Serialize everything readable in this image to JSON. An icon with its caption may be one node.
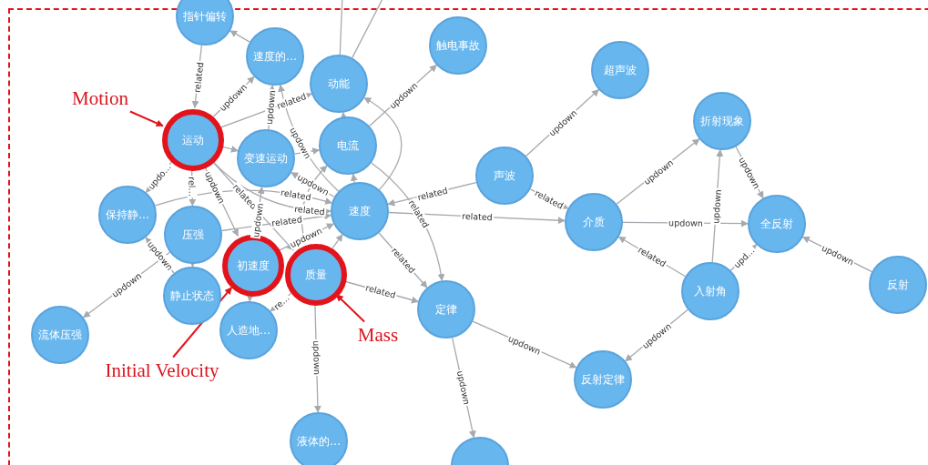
{
  "diagram": {
    "nodes": [
      {
        "text": [
          "指针偏转"
        ]
      },
      {
        "text": [
          "速度的…"
        ]
      },
      {
        "text": [
          "动能"
        ]
      },
      {
        "text": [
          "触电事故"
        ]
      },
      {
        "text": [
          "超声波"
        ]
      },
      {
        "text": [
          "运动"
        ]
      },
      {
        "text": [
          "变速运动"
        ]
      },
      {
        "text": [
          "电流"
        ]
      },
      {
        "text": [
          "声波"
        ]
      },
      {
        "text": [
          "折射现象"
        ]
      },
      {
        "text": [
          "保持静…"
        ]
      },
      {
        "text": [
          "压强"
        ]
      },
      {
        "text": [
          "速度"
        ]
      },
      {
        "text": [
          "介质"
        ]
      },
      {
        "text": [
          "全反射"
        ]
      },
      {
        "text": [
          "初速度"
        ]
      },
      {
        "text": [
          "质量"
        ]
      },
      {
        "text": [
          "静止状态"
        ]
      },
      {
        "text": [
          "人造地…"
        ]
      },
      {
        "text": [
          "流体压强"
        ]
      },
      {
        "text": [
          "定律"
        ]
      },
      {
        "text": [
          "入射角"
        ]
      },
      {
        "text": [
          "反射"
        ]
      },
      {
        "text": [
          "反射定律"
        ]
      },
      {
        "text": [
          "液体的…"
        ]
      },
      {
        "text": [],
        "shape": "circle"
      },
      {
        "text": [
          "Motion"
        ]
      },
      {
        "text": [
          "Initial Velocity"
        ]
      },
      {
        "text": [
          "Mass"
        ]
      }
    ],
    "edges": [
      {
        "from": 0,
        "to": 5,
        "arrow": "to",
        "label": "related"
      },
      {
        "from": 1,
        "to": 0,
        "arrow": "to"
      },
      {
        "from": 5,
        "to": 1,
        "arrow": "to",
        "label": "updown"
      },
      {
        "from": 5,
        "to": 2,
        "arrow": "to",
        "label": "related"
      },
      {
        "from": 6,
        "to": 1,
        "arrow": "to",
        "label": "updown"
      },
      {
        "from": 12,
        "to": 1,
        "arrow": "to",
        "label": "updown"
      },
      {
        "from": 7,
        "to": 2,
        "arrow": "to"
      },
      {
        "from": 12,
        "to": 2,
        "arrow": "to"
      },
      {
        "from": 7,
        "to": 3,
        "arrow": "to",
        "label": "updown"
      },
      {
        "from": 2,
        "to": null,
        "arrow": "none"
      },
      {
        "from": 2,
        "to": null,
        "arrow": "none"
      },
      {
        "from": 5,
        "to": 6,
        "arrow": "to"
      },
      {
        "from": 6,
        "to": 7,
        "arrow": "to"
      },
      {
        "from": 5,
        "to": 10,
        "arrow": "to",
        "label": "updo…"
      },
      {
        "from": 5,
        "to": 11,
        "arrow": "to",
        "label": "rel…"
      },
      {
        "from": 5,
        "to": 15,
        "arrow": "to",
        "label": "updown"
      },
      {
        "from": 5,
        "to": 16,
        "arrow": "to",
        "label": "related"
      },
      {
        "from": 5,
        "to": 12,
        "arrow": "to",
        "label": "related"
      },
      {
        "from": 12,
        "to": 6,
        "arrow": "to",
        "label": "updown"
      },
      {
        "from": 15,
        "to": 6,
        "arrow": "to",
        "label": "updown"
      },
      {
        "from": 10,
        "to": 12,
        "arrow": "to",
        "label": "related"
      },
      {
        "from": 11,
        "to": 12,
        "arrow": "to",
        "label": "related"
      },
      {
        "from": 8,
        "to": 12,
        "arrow": "to",
        "label": "related"
      },
      {
        "from": 8,
        "to": 13,
        "arrow": "to",
        "label": "related"
      },
      {
        "from": 8,
        "to": 4,
        "arrow": "to",
        "label": "updown"
      },
      {
        "from": 12,
        "to": 13,
        "arrow": "to",
        "label": "related"
      },
      {
        "from": 13,
        "to": 9,
        "arrow": "to",
        "label": "updown"
      },
      {
        "from": 13,
        "to": 14,
        "arrow": "to",
        "label": "updown"
      },
      {
        "from": 9,
        "to": 14,
        "arrow": "to",
        "label": "updown"
      },
      {
        "from": 21,
        "to": 9,
        "arrow": "to",
        "label": "updown"
      },
      {
        "from": 21,
        "to": 13,
        "arrow": "to",
        "label": "related"
      },
      {
        "from": 21,
        "to": 14,
        "arrow": "to",
        "label": "upd…"
      },
      {
        "from": 22,
        "to": 14,
        "arrow": "to",
        "label": "updown"
      },
      {
        "from": 21,
        "to": 23,
        "arrow": "to",
        "label": "updown"
      },
      {
        "from": 20,
        "to": 23,
        "arrow": "to",
        "label": "updown"
      },
      {
        "from": 20,
        "to": 25,
        "arrow": "to",
        "label": "updown"
      },
      {
        "from": 16,
        "to": 20,
        "arrow": "to",
        "label": "related"
      },
      {
        "from": 12,
        "to": 20,
        "arrow": "to",
        "label": "related"
      },
      {
        "from": 7,
        "to": 20,
        "arrow": "to",
        "label": "related"
      },
      {
        "from": 16,
        "to": 24,
        "arrow": "to",
        "label": "updown"
      },
      {
        "from": 16,
        "to": 18,
        "arrow": "to",
        "label": "re…"
      },
      {
        "from": 16,
        "to": 12,
        "arrow": "to"
      },
      {
        "from": 15,
        "to": 12,
        "arrow": "to",
        "label": "updown"
      },
      {
        "from": 16,
        "to": 7,
        "arrow": "to"
      },
      {
        "from": 12,
        "to": 7,
        "arrow": "to"
      },
      {
        "from": 11,
        "to": 17,
        "arrow": "to"
      },
      {
        "from": 11,
        "to": 19,
        "arrow": "to",
        "label": "updown"
      },
      {
        "from": 17,
        "to": 10,
        "arrow": "to",
        "label": "updown"
      },
      {
        "from": 15,
        "to": 18,
        "arrow": "to"
      },
      {
        "from": 26,
        "to": 5,
        "arrow": "to",
        "color": "#e3131b"
      },
      {
        "from": 27,
        "to": 15,
        "arrow": "to",
        "color": "#e3131b"
      },
      {
        "from": 28,
        "to": 16,
        "arrow": "to",
        "color": "#e3131b"
      }
    ]
  }
}
